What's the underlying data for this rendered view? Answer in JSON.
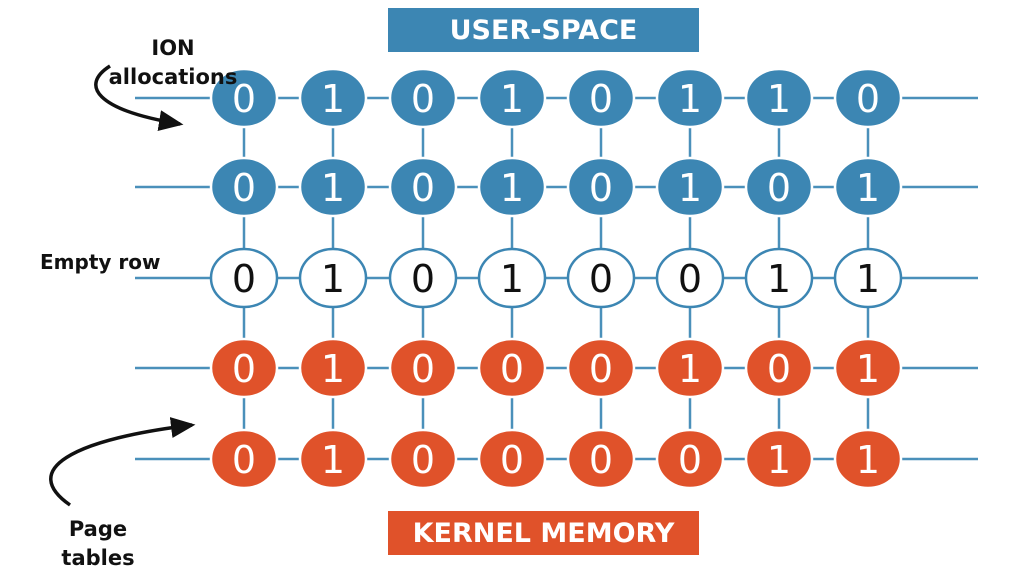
{
  "colors": {
    "user": "#3c86b3",
    "kernel": "#e0522a",
    "empty_fill": "#ffffff",
    "line": "#4a90ba"
  },
  "top_banner": "USER-SPACE",
  "bottom_banner": "KERNEL MEMORY",
  "labels": {
    "ion": [
      "ION",
      "allocations"
    ],
    "empty_row": "Empty row",
    "page_tables": [
      "Page",
      "tables"
    ]
  },
  "rows": [
    {
      "kind": "user",
      "bits": [
        "0",
        "1",
        "0",
        "1",
        "0",
        "1",
        "1",
        "0"
      ]
    },
    {
      "kind": "user",
      "bits": [
        "0",
        "1",
        "0",
        "1",
        "0",
        "1",
        "0",
        "1"
      ]
    },
    {
      "kind": "empty",
      "bits": [
        "0",
        "1",
        "0",
        "1",
        "0",
        "0",
        "1",
        "1"
      ]
    },
    {
      "kind": "kernel",
      "bits": [
        "0",
        "1",
        "0",
        "0",
        "0",
        "1",
        "0",
        "1"
      ]
    },
    {
      "kind": "kernel",
      "bits": [
        "0",
        "1",
        "0",
        "0",
        "0",
        "0",
        "1",
        "1"
      ]
    }
  ]
}
